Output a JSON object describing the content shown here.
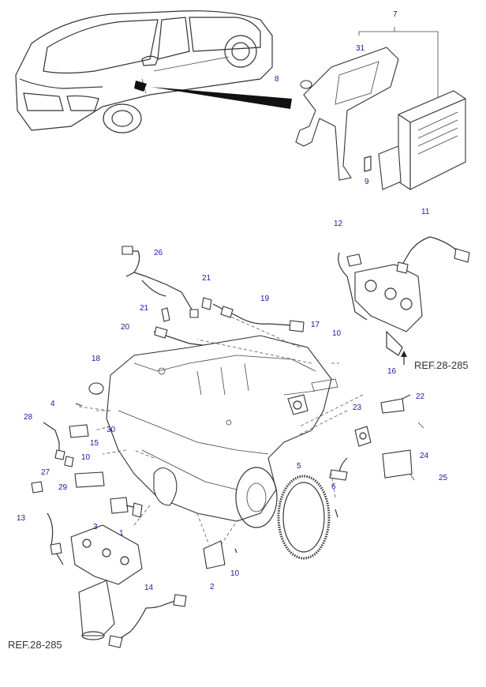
{
  "part_numbers": [
    {
      "id": "p7",
      "label": "7"
    },
    {
      "id": "p31",
      "label": "31"
    },
    {
      "id": "p8",
      "label": "8"
    },
    {
      "id": "p9",
      "label": "9"
    },
    {
      "id": "p12",
      "label": "12"
    },
    {
      "id": "p11",
      "label": "11"
    },
    {
      "id": "p26",
      "label": "26"
    },
    {
      "id": "p21a",
      "label": "21"
    },
    {
      "id": "p21b",
      "label": "21"
    },
    {
      "id": "p19",
      "label": "19"
    },
    {
      "id": "p20",
      "label": "20"
    },
    {
      "id": "p17",
      "label": "17"
    },
    {
      "id": "p10a",
      "label": "10"
    },
    {
      "id": "p18",
      "label": "18"
    },
    {
      "id": "p16",
      "label": "16"
    },
    {
      "id": "p22",
      "label": "22"
    },
    {
      "id": "p4",
      "label": "4"
    },
    {
      "id": "p5",
      "label": "5"
    },
    {
      "id": "p23",
      "label": "23"
    },
    {
      "id": "p28",
      "label": "28"
    },
    {
      "id": "p30",
      "label": "30"
    },
    {
      "id": "p15",
      "label": "15"
    },
    {
      "id": "p10b",
      "label": "10"
    },
    {
      "id": "p24",
      "label": "24"
    },
    {
      "id": "p27",
      "label": "27"
    },
    {
      "id": "p29",
      "label": "29"
    },
    {
      "id": "p6",
      "label": "6"
    },
    {
      "id": "p25",
      "label": "25"
    },
    {
      "id": "p13",
      "label": "13"
    },
    {
      "id": "p3",
      "label": "3"
    },
    {
      "id": "p1",
      "label": "1"
    },
    {
      "id": "p2",
      "label": "2"
    },
    {
      "id": "p10c",
      "label": "10"
    },
    {
      "id": "p14",
      "label": "14"
    }
  ],
  "references": [
    {
      "id": "ref_right",
      "label": "REF.28-285"
    },
    {
      "id": "ref_bottom",
      "label": "REF.28-285"
    }
  ]
}
